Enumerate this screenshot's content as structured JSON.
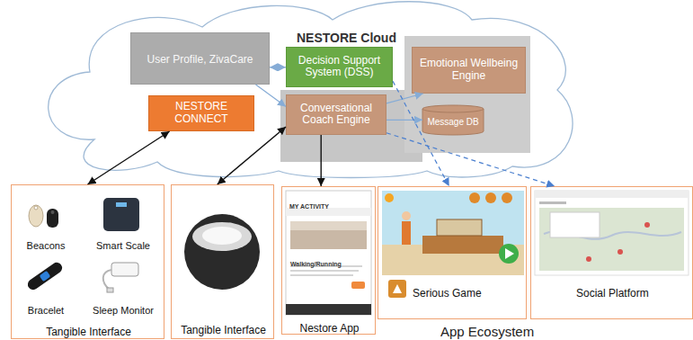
{
  "diagram": {
    "nodes": [
      {
        "text": [
          "NESTORE Cloud"
        ]
      },
      {
        "text": [
          "User Profile, ZivaCare"
        ],
        "in": 0
      },
      {
        "text": [
          "Decision Support System (DSS)"
        ],
        "in": 0
      },
      {
        "text": [
          "Emotional Wellbeing Engine"
        ],
        "in": 0
      },
      {
        "text": [
          "NESTORE CONNECT"
        ],
        "in": 0
      },
      {
        "text": [
          "Conversational Coach Engine"
        ],
        "in": 0
      },
      {
        "text": [
          "Message DB"
        ],
        "in": 0
      },
      {
        "text": [
          "Beacons",
          "Smart Scale",
          "Bracelet",
          "Sleep Monitor",
          "Tangible Interface"
        ]
      },
      {
        "text": [
          "Tangible Interface"
        ]
      },
      {
        "text": [
          "MY ACTIVITY",
          "Walking/Running",
          "Nestore App"
        ]
      },
      {
        "text": [
          "Serious Game"
        ]
      },
      {
        "text": [
          "Social Platform"
        ]
      }
    ],
    "edges": [
      {
        "from": 1,
        "to": 2,
        "arrow": "both"
      },
      {
        "from": 1,
        "to": 5,
        "arrow": "to"
      },
      {
        "from": 5,
        "to": 3,
        "arrow": "to"
      },
      {
        "from": 5,
        "to": 6,
        "arrow": "to"
      },
      {
        "from": 4,
        "to": 7,
        "arrow": "both"
      },
      {
        "from": 5,
        "to": 8,
        "arrow": "both"
      },
      {
        "from": 5,
        "to": 9,
        "arrow": "to"
      },
      {
        "from": 2,
        "to": 10,
        "arrow": "to"
      },
      {
        "from": 5,
        "to": 11,
        "arrow": "to"
      }
    ],
    "labels": [
      "App Ecosystem"
    ]
  }
}
